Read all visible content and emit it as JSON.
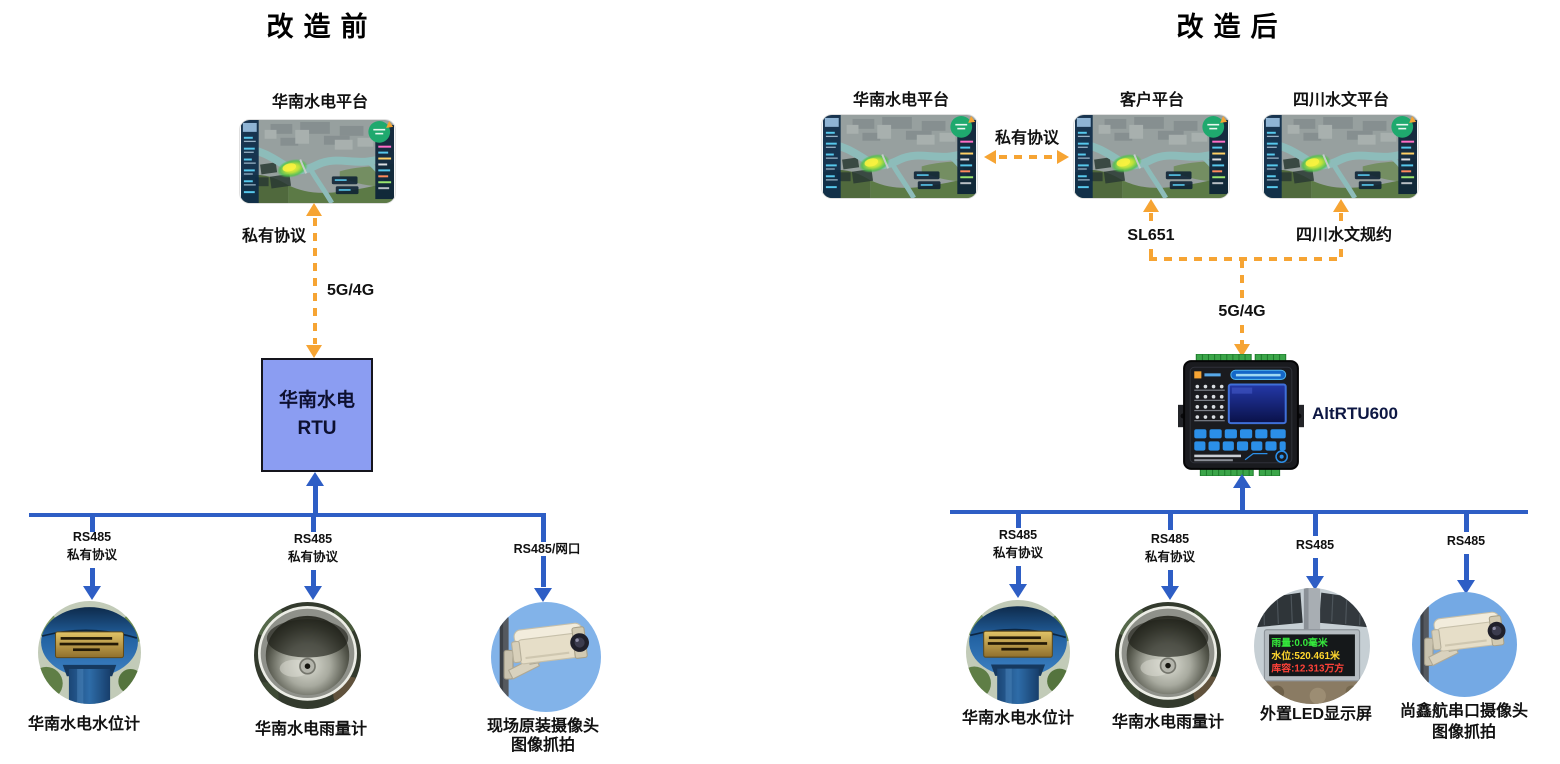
{
  "colors": {
    "orange_link": "#F6A433",
    "blue_link": "#2E5EC5",
    "rtu_box_fill": "#8B9DF2",
    "text": "#111111",
    "navy_label": "#0D1743",
    "led_green": "#35E83C",
    "led_yellow": "#FFD62E",
    "led_red": "#FF4238"
  },
  "before": {
    "title": "改造前",
    "platform": {
      "label": "华南水电平台"
    },
    "links": {
      "protocol": "私有协议",
      "network": "5G/4G"
    },
    "rtu": {
      "name_line1": "华南水电",
      "name_line2": "RTU"
    },
    "connections": [
      {
        "lines": [
          "RS485",
          "私有协议"
        ]
      },
      {
        "lines": [
          "RS485",
          "私有协议"
        ]
      },
      {
        "lines": [
          "RS485/网口"
        ]
      }
    ],
    "devices": [
      {
        "icon": "water-level-gauge",
        "caption": [
          "华南水电水位计"
        ]
      },
      {
        "icon": "rain-gauge",
        "caption": [
          "华南水电雨量计"
        ]
      },
      {
        "icon": "cctv-camera",
        "caption": [
          "现场原装摄像头",
          "图像抓拍"
        ]
      }
    ]
  },
  "after": {
    "title": "改造后",
    "platforms": [
      {
        "label": "华南水电平台"
      },
      {
        "label": "客户平台"
      },
      {
        "label": "四川水文平台"
      }
    ],
    "links": {
      "p1_p2_protocol": "私有协议",
      "p2_protocol": "SL651",
      "p3_protocol": "四川水文规约",
      "network": "5G/4G"
    },
    "rtu_label": "AltRTU600",
    "connections": [
      {
        "lines": [
          "RS485",
          "私有协议"
        ]
      },
      {
        "lines": [
          "RS485",
          "私有协议"
        ]
      },
      {
        "lines": [
          "RS485"
        ]
      },
      {
        "lines": [
          "RS485"
        ]
      }
    ],
    "devices": [
      {
        "icon": "water-level-gauge",
        "caption": [
          "华南水电水位计"
        ]
      },
      {
        "icon": "rain-gauge",
        "caption": [
          "华南水电雨量计"
        ]
      },
      {
        "icon": "led-display",
        "caption": [
          "外置LED显示屏"
        ]
      },
      {
        "icon": "cctv-camera",
        "caption": [
          "尚鑫航串口摄像头",
          "图像抓拍"
        ]
      }
    ],
    "led_screen": {
      "lines": [
        "雨量:0.0毫米",
        "水位:520.461米",
        "库容:12.313万方"
      ]
    }
  }
}
